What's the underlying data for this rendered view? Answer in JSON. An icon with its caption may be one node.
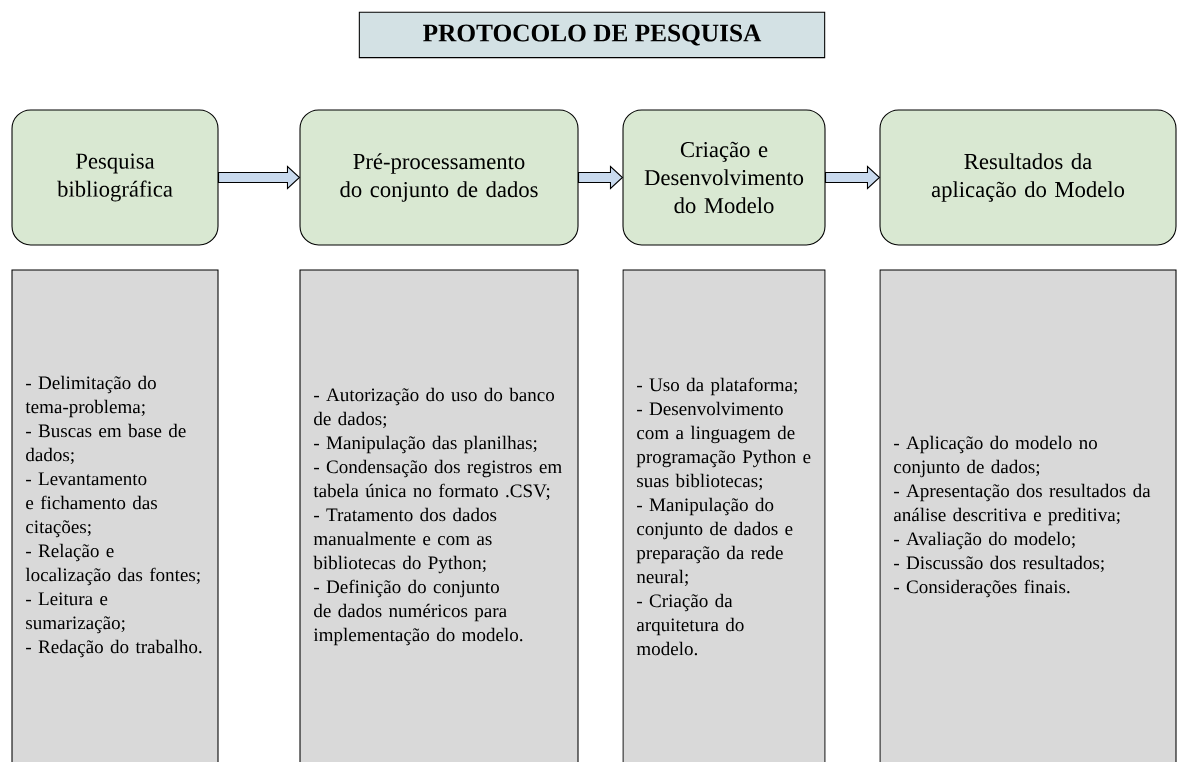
{
  "diagram": {
    "title": "PROTOCOLO DE PESQUISA",
    "nodes": [
      {
        "text": [
          "Pesquisa bibliográfica"
        ]
      },
      {
        "text": [
          "Pré-processamento do conjunto de dados"
        ]
      },
      {
        "text": [
          "Criação e Desenvolvimento do Modelo"
        ]
      },
      {
        "text": [
          "Resultados da aplicação do Modelo"
        ]
      },
      {
        "text": [
          "- Delimitação do tema-problema;",
          "- Buscas em base de dados;",
          "- Levantamento e fichamento das citações;",
          "- Relação e localização das fontes;",
          "- Leitura e sumarização;",
          "- Redação do trabalho."
        ]
      },
      {
        "text": [
          "- Autorização do uso do banco de dados;",
          "- Manipulação das planilhas;",
          "- Condensação dos registros em tabela única no formato .CSV;",
          "- Tratamento dos dados manualmente e com as bibliotecas do Python;",
          "- Definição do conjunto de dados numéricos para implementação do modelo."
        ]
      },
      {
        "text": [
          "- Uso da plataforma;",
          "- Desenvolvimento com a linguagem de programação Python e suas bibliotecas;",
          "- Manipulação do conjunto de dados e preparação da rede neural;",
          "- Criação da arquitetura do modelo."
        ]
      },
      {
        "text": [
          "- Aplicação do modelo no conjunto de dados;",
          "- Apresentação dos resultados da análise descritiva e preditiva;",
          "- Avaliação do modelo;",
          "- Discussão dos resultados;",
          "- Considerações finais."
        ]
      }
    ],
    "edges": [
      {
        "from": 0,
        "to": 1,
        "arrow": "to"
      },
      {
        "from": 1,
        "to": 2,
        "arrow": "to"
      },
      {
        "from": 2,
        "to": 3,
        "arrow": "to"
      }
    ]
  }
}
